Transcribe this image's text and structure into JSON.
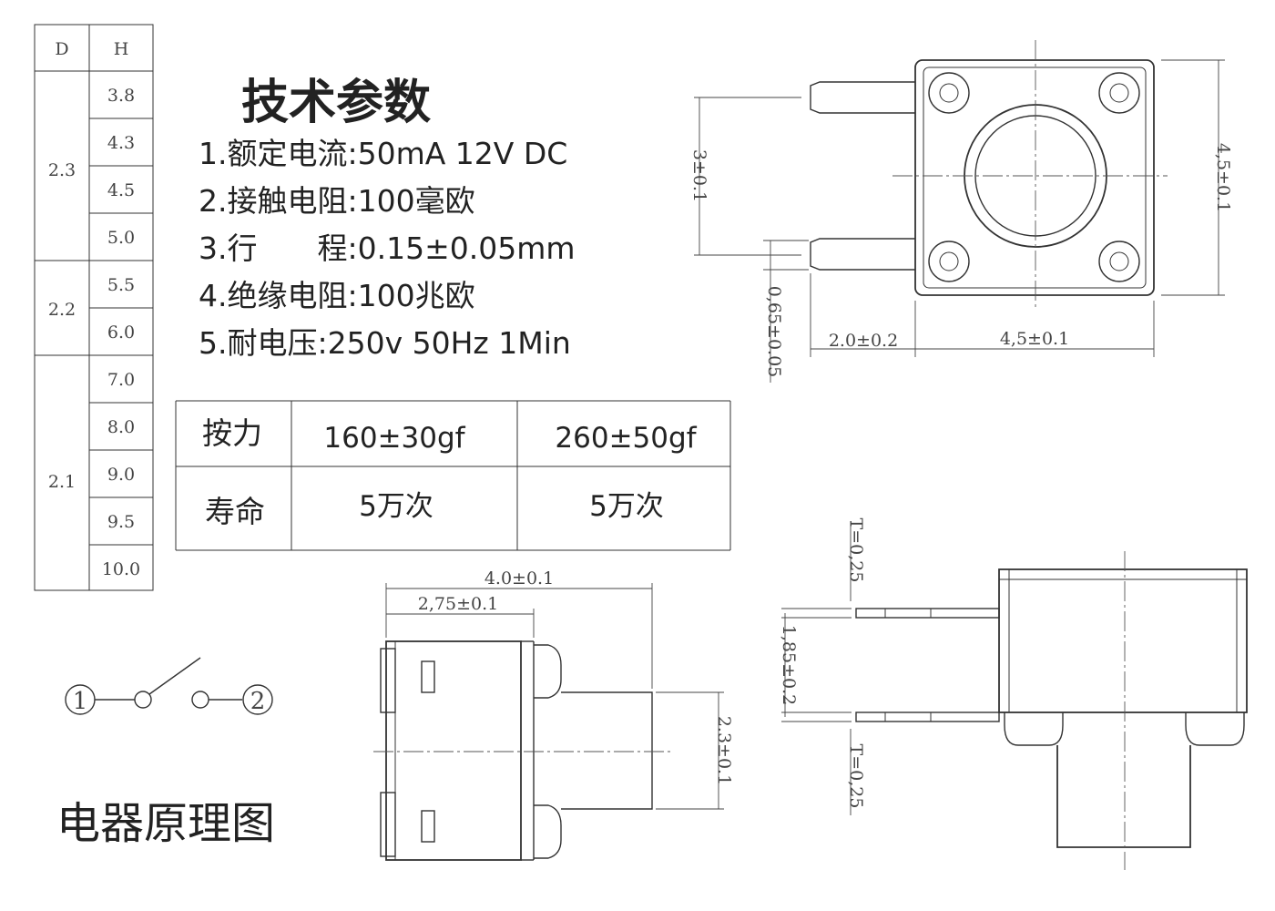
{
  "height_table": {
    "headers": [
      "D",
      "H"
    ],
    "groups": [
      {
        "d": "2.3",
        "h": [
          "3.8",
          "4.3",
          "4.5",
          "5.0"
        ]
      },
      {
        "d": "2.2",
        "h": [
          "5.5",
          "6.0"
        ]
      },
      {
        "d": "2.1",
        "h": [
          "7.0",
          "8.0",
          "9.0",
          "9.5",
          "10.0"
        ]
      }
    ]
  },
  "specs": {
    "title": "技术参数",
    "items": [
      "1.额定电流:50mA 12V DC",
      "2.接触电阻:100毫欧",
      "3.行　　程:0.15±0.05mm",
      "4.绝缘电阻:100兆欧",
      "5.耐电压:250v 50Hz 1Min"
    ]
  },
  "force_table": {
    "rows": [
      {
        "label": "按力",
        "a": "160±30gf",
        "b": "260±50gf"
      },
      {
        "label": "寿命",
        "a": "5万次",
        "b": "5万次"
      }
    ]
  },
  "schematic": {
    "terminal_1": "1",
    "terminal_2": "2",
    "caption": "电器原理图"
  },
  "top_view": {
    "dims": {
      "pin_pitch": "3±0.1",
      "body_height": "4,5±0.1",
      "pin_width": "0,65±0.05",
      "pin_length": "2.0±0.2",
      "body_width": "4,5±0.1"
    }
  },
  "side_view": {
    "dims": {
      "total_length": "4.0±0.1",
      "body_length": "2,75±0.1",
      "cap_height": "2.3±0.1"
    }
  },
  "front_view": {
    "dims": {
      "thickness_top": "T=0,25",
      "pin_span": "1,85±0.2",
      "thickness_bottom": "T=0,25"
    }
  }
}
